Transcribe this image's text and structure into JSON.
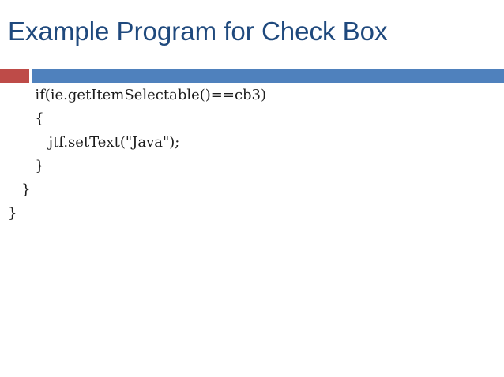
{
  "slide": {
    "title": "Example Program for Check Box",
    "colors": {
      "title_text": "#1F497D",
      "accent_red": "#BE4B48",
      "accent_blue": "#4F81BD",
      "code_text": "#1c1c1c",
      "background": "#ffffff"
    },
    "code_lines": {
      "0": "      if(ie.getItemSelectable()==cb3)",
      "1": "      {",
      "2": "         jtf.setText(\"Java\");",
      "3": "      }",
      "4": "   }",
      "5": "}"
    }
  }
}
